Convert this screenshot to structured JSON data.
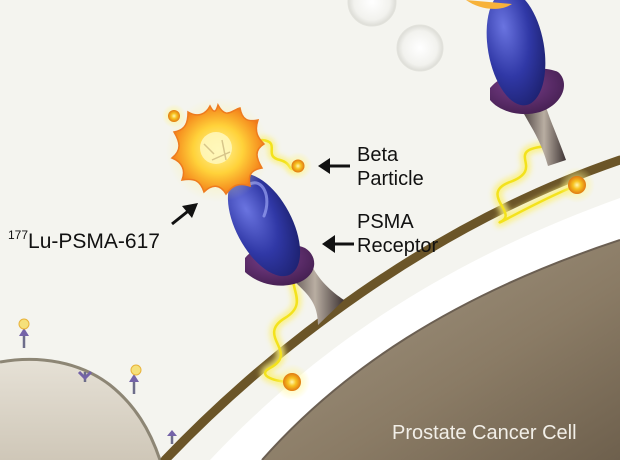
{
  "labels": {
    "beta_line1": "Beta",
    "beta_line2": "Particle",
    "psma_line1": "PSMA",
    "psma_line2": "Receptor",
    "lu_superscript": "177",
    "lu_name": "Lu-PSMA-617",
    "cell": "Prostate Cancer Cell"
  },
  "colors": {
    "background": "#f4f4ef",
    "membrane_band": "#6b5528",
    "cell_interior": "#8b7c66",
    "receptor_blue": "#3239a6",
    "receptor_purple": "#5b2a6a",
    "beta_glow": "#f3e91c",
    "particle_orange": "#f0891b",
    "arrow": "#111111"
  }
}
